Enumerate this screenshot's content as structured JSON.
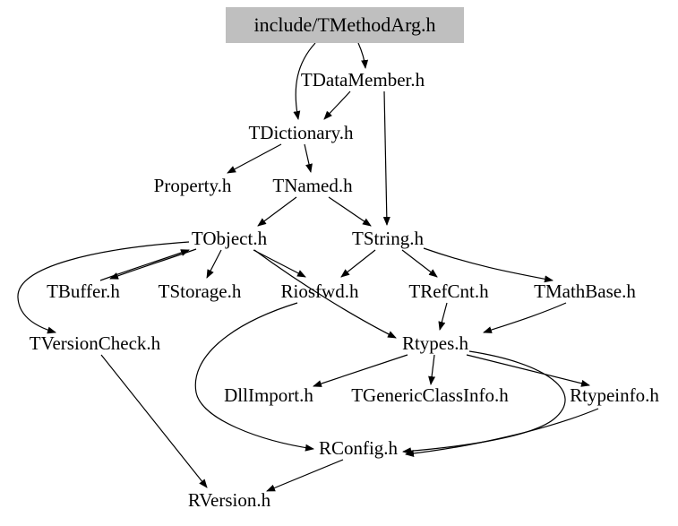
{
  "graph": {
    "title_node": "include/TMethodArg.h",
    "background_color": "#ffffff",
    "root_fill_color": "#bfbfbf",
    "text_color": "#000000",
    "edge_color": "#000000",
    "nodes": [
      {
        "id": "root",
        "label": "include/TMethodArg.h"
      },
      {
        "id": "tdatamember",
        "label": "TDataMember.h"
      },
      {
        "id": "tdictionary",
        "label": "TDictionary.h"
      },
      {
        "id": "property",
        "label": "Property.h"
      },
      {
        "id": "tnamed",
        "label": "TNamed.h"
      },
      {
        "id": "tobject",
        "label": "TObject.h"
      },
      {
        "id": "tstring",
        "label": "TString.h"
      },
      {
        "id": "tbuffer",
        "label": "TBuffer.h"
      },
      {
        "id": "tstorage",
        "label": "TStorage.h"
      },
      {
        "id": "riosfwd",
        "label": "Riosfwd.h"
      },
      {
        "id": "trefcnt",
        "label": "TRefCnt.h"
      },
      {
        "id": "tmathbase",
        "label": "TMathBase.h"
      },
      {
        "id": "tversioncheck",
        "label": "TVersionCheck.h"
      },
      {
        "id": "rtypes",
        "label": "Rtypes.h"
      },
      {
        "id": "dllimport",
        "label": "DllImport.h"
      },
      {
        "id": "tgenericclassinfo",
        "label": "TGenericClassInfo.h"
      },
      {
        "id": "rtypeinfo",
        "label": "Rtypeinfo.h"
      },
      {
        "id": "rconfig",
        "label": "RConfig.h"
      },
      {
        "id": "rversion",
        "label": "RVersion.h"
      }
    ],
    "edges": [
      {
        "from": "include/TMethodArg.h",
        "to": "TDataMember.h"
      },
      {
        "from": "include/TMethodArg.h",
        "to": "TDictionary.h"
      },
      {
        "from": "TDataMember.h",
        "to": "TDictionary.h"
      },
      {
        "from": "TDataMember.h",
        "to": "TString.h"
      },
      {
        "from": "TDictionary.h",
        "to": "Property.h"
      },
      {
        "from": "TDictionary.h",
        "to": "TNamed.h"
      },
      {
        "from": "TNamed.h",
        "to": "TObject.h"
      },
      {
        "from": "TNamed.h",
        "to": "TString.h"
      },
      {
        "from": "TObject.h",
        "to": "TBuffer.h"
      },
      {
        "from": "TBuffer.h",
        "to": "TObject.h"
      },
      {
        "from": "TObject.h",
        "to": "TStorage.h"
      },
      {
        "from": "TObject.h",
        "to": "Riosfwd.h"
      },
      {
        "from": "TObject.h",
        "to": "TVersionCheck.h"
      },
      {
        "from": "TObject.h",
        "to": "Rtypes.h"
      },
      {
        "from": "TString.h",
        "to": "Riosfwd.h"
      },
      {
        "from": "TString.h",
        "to": "TRefCnt.h"
      },
      {
        "from": "TString.h",
        "to": "TMathBase.h"
      },
      {
        "from": "TRefCnt.h",
        "to": "Rtypes.h"
      },
      {
        "from": "TMathBase.h",
        "to": "Rtypes.h"
      },
      {
        "from": "Riosfwd.h",
        "to": "RConfig.h"
      },
      {
        "from": "Rtypes.h",
        "to": "DllImport.h"
      },
      {
        "from": "Rtypes.h",
        "to": "TGenericClassInfo.h"
      },
      {
        "from": "Rtypes.h",
        "to": "Rtypeinfo.h"
      },
      {
        "from": "Rtypes.h",
        "to": "RConfig.h"
      },
      {
        "from": "Rtypeinfo.h",
        "to": "RConfig.h"
      },
      {
        "from": "RConfig.h",
        "to": "RVersion.h"
      },
      {
        "from": "TVersionCheck.h",
        "to": "RVersion.h"
      }
    ]
  }
}
